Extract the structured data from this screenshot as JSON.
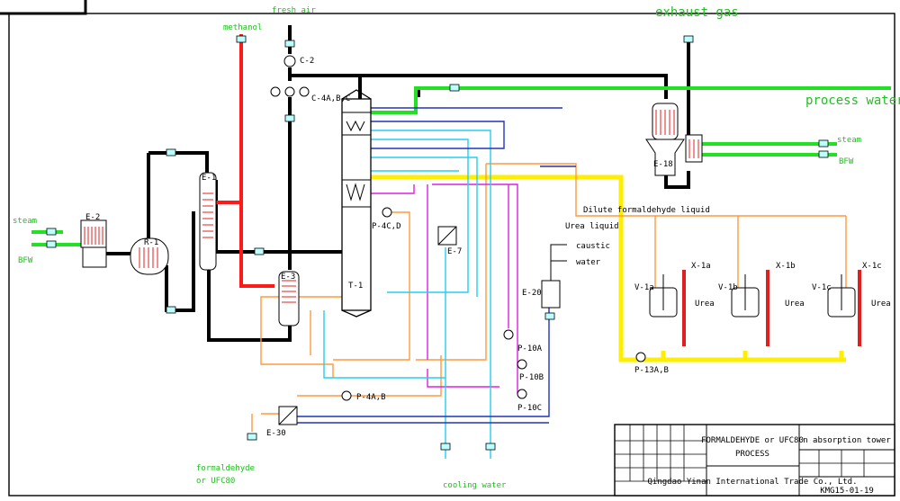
{
  "colors": {
    "methanol": "#ff1a1a",
    "process_water": "#22e022",
    "urea": "#ffee00",
    "orange": "#ff9a3c",
    "magenta": "#e020e0",
    "cyan": "#22d0f0",
    "blue": "#2233bb",
    "black": "#000000",
    "green_label": "#1fc01f"
  },
  "streams": {
    "fresh_air": "fresh air",
    "methanol": "methanol",
    "exhaust_gas": "exhaust gas",
    "process_water": "process water",
    "steam_left": "steam",
    "bfw_left": "BFW",
    "steam_right": "steam",
    "bfw_right": "BFW",
    "dilute_formaldehyde": "Dilute formaldehyde liquid",
    "urea_liquid": "Urea liquid",
    "caustic": "caustic",
    "water": "water",
    "cooling_water": "cooling water",
    "formaldehyde_out_1": "formaldehyde",
    "formaldehyde_out_2": "or UFC80",
    "urea_1": "Urea",
    "urea_2": "Urea",
    "urea_3": "Urea"
  },
  "equipment": {
    "c2": "C-2",
    "c4": "C-4A,B,C",
    "e2": "E-2",
    "r1": "R-1",
    "e1": "E-1",
    "e3": "E-3",
    "t1": "T-1",
    "p4cd": "P-4C,D",
    "e7": "E-7",
    "e18": "E-18",
    "e20": "E-20",
    "v1a": "V-1a",
    "v1b": "V-1b",
    "v1c": "V-1c",
    "x1a": "X-1a",
    "x1b": "X-1b",
    "x1c": "X-1c",
    "p10a": "P-10A",
    "p10b": "P-10B",
    "p10c": "P-10C",
    "p13": "P-13A,B",
    "p4ab": "P-4A,B",
    "e30": "E-30"
  },
  "title_block": {
    "process_line1": "FORMALDEHYDE or UFC80",
    "process_line2": "PROCESS",
    "section": "n absorption tower",
    "company": "Qingdao Yinan International Trade Co., Ltd.",
    "drawing_no": "KMG15-01-19"
  }
}
